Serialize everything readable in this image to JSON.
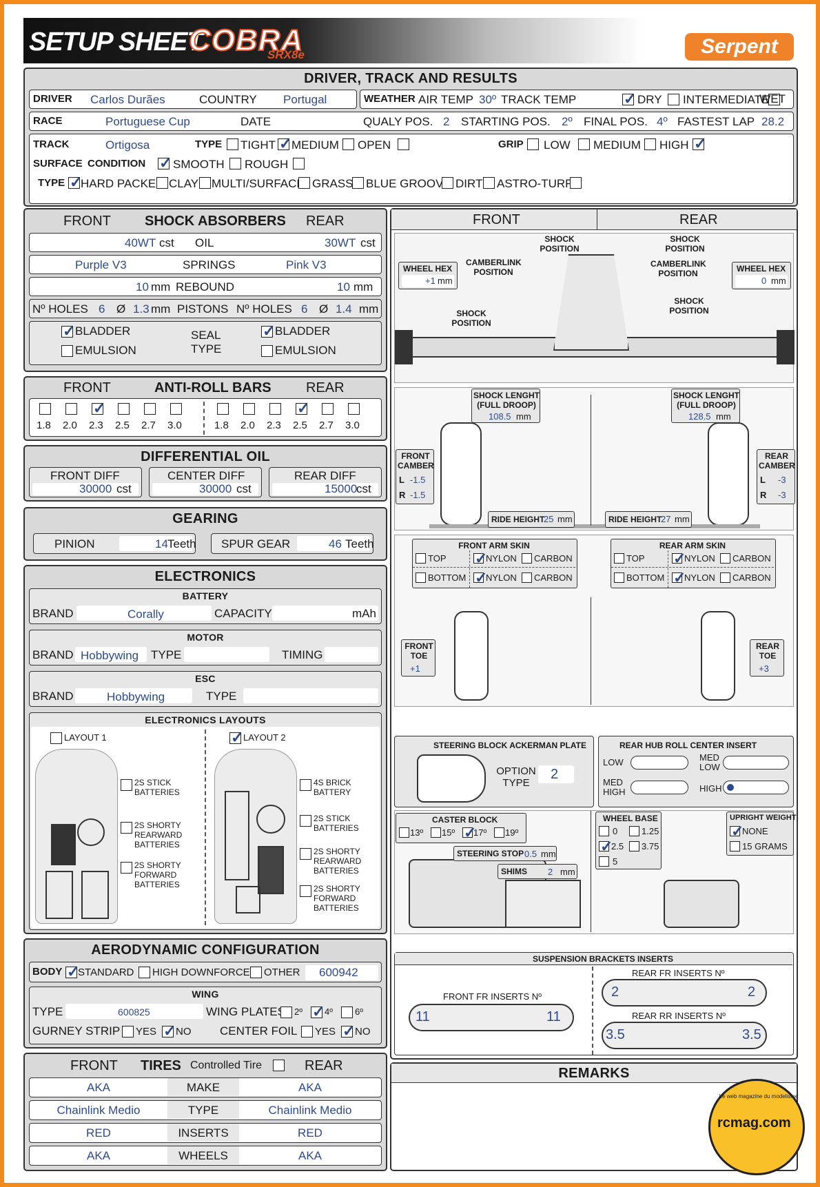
{
  "header": {
    "title": "SETUP SHEET",
    "model_logo": "COBRA",
    "model_sub": "SRX8e",
    "brand_logo": "Serpent"
  },
  "driver_section": {
    "title": "DRIVER, TRACK AND RESULTS",
    "driver_label": "DRIVER",
    "driver": "Carlos Durães",
    "country_label": "COUNTRY",
    "country": "Portugal",
    "weather_label": "WEATHER",
    "air_temp_label": "AIR TEMP",
    "air_temp": "30º",
    "track_temp_label": "TRACK TEMP",
    "dry_label": "DRY",
    "intermediate_label": "INTERMEDIATE",
    "wet_label": "WET",
    "race_label": "RACE",
    "race": "Portuguese Cup",
    "date_label": "DATE",
    "qualy_label": "QUALY POS.",
    "qualy": "2",
    "starting_label": "STARTING POS.",
    "starting": "2º",
    "final_label": "FINAL POS.",
    "final": "4º",
    "fastest_label": "FASTEST LAP",
    "fastest": "28.2",
    "track_label": "TRACK",
    "track": "Ortigosa",
    "type_label": "TYPE",
    "tight_label": "TIGHT",
    "medium_label": "MEDIUM",
    "open_label": "OPEN",
    "grip_label": "GRIP",
    "low_label": "LOW",
    "grip_medium_label": "MEDIUM",
    "high_label": "HIGH",
    "surface_label": "SURFACE",
    "condition_label": "CONDITION",
    "smooth_label": "SMOOTH",
    "rough_label": "ROUGH",
    "surface_type_label": "TYPE",
    "hard_label": "HARD PACKED",
    "clay_label": "CLAY",
    "multi_label": "MULTI/SURFACE",
    "grass_label": "GRASS",
    "blue_label": "BLUE GROOVE",
    "dirt_label": "DIRT",
    "astro_label": "ASTRO-TURF"
  },
  "shocks": {
    "front_label": "FRONT",
    "title": "SHOCK ABSORBERS",
    "rear_label": "REAR",
    "oil_front": "40WT",
    "oil_rear": "30WT",
    "cst": "cst",
    "oil_label": "OIL",
    "spring_front": "Purple V3",
    "spring_rear": "Pink V3",
    "springs_label": "SPRINGS",
    "rebound_front": "10",
    "rebound_rear": "10",
    "mm": "mm",
    "rebound_label": "REBOUND",
    "holes_label": "Nº HOLES",
    "holes_front": "6",
    "dia": "Ø",
    "dia_front": "1.3",
    "pistons_label": "PISTONS",
    "holes_rear": "6",
    "dia_rear": "1.4",
    "bladder": "BLADDER",
    "emulsion": "EMULSION",
    "seal_label": "SEAL",
    "type_label": "TYPE"
  },
  "arb": {
    "front_label": "FRONT",
    "title": "ANTI-ROLL BARS",
    "rear_label": "REAR",
    "sizes": [
      "1.8",
      "2.0",
      "2.3",
      "2.5",
      "2.7",
      "3.0"
    ]
  },
  "diff": {
    "title": "DIFFERENTIAL OIL",
    "front_label": "FRONT DIFF",
    "front": "30000",
    "center_label": "CENTER DIFF",
    "center": "30000",
    "rear_label": "REAR DIFF",
    "rear": "15000",
    "cst": "cst"
  },
  "gearing": {
    "title": "GEARING",
    "pinion_label": "PINION",
    "pinion": "14",
    "teeth": "Teeth",
    "spur_label": "SPUR GEAR",
    "spur": "46"
  },
  "electronics": {
    "title": "ELECTRONICS",
    "battery_title": "BATTERY",
    "brand_label": "BRAND",
    "battery_brand": "Corally",
    "capacity_label": "CAPACITY",
    "mah": "mAh",
    "motor_title": "MOTOR",
    "motor_brand": "Hobbywing",
    "type_label": "TYPE",
    "timing_label": "TIMING",
    "esc_title": "ESC",
    "esc_brand": "Hobbywing",
    "layouts_title": "ELECTRONICS LAYOUTS",
    "layout1": "LAYOUT 1",
    "layout2": "LAYOUT 2",
    "l1_opts": [
      "2S STICK BATTERIES",
      "2S SHORTY REARWARD BATTERIES",
      "2S SHORTY FORWARD BATTERIES"
    ],
    "l2_opts": [
      "4S BRICK BATTERY",
      "2S STICK BATTERIES",
      "2S SHORTY REARWARD BATTERIES",
      "2S SHORTY FORWARD BATTERIES"
    ]
  },
  "aero": {
    "title": "AERODYNAMIC CONFIGURATION",
    "body_label": "BODY",
    "standard": "STANDARD",
    "high_df": "HIGH DOWNFORCE",
    "other": "OTHER",
    "body_code": "600942",
    "wing_title": "WING",
    "type_label": "TYPE",
    "wing_type": "600825",
    "plates_label": "WING PLATES",
    "p2": "2º",
    "p4": "4º",
    "p6": "6º",
    "gurney_label": "GURNEY STRIP",
    "yes": "YES",
    "no": "NO",
    "foil_label": "CENTER FOIL"
  },
  "tires": {
    "front_label": "FRONT",
    "title": "TIRES",
    "controlled": "Controlled Tire",
    "rear_label": "REAR",
    "rows": [
      {
        "label": "MAKE",
        "front": "AKA",
        "rear": "AKA"
      },
      {
        "label": "TYPE",
        "front": "Chainlink Medio",
        "rear": "Chainlink Medio"
      },
      {
        "label": "INSERTS",
        "front": "RED",
        "rear": "RED"
      },
      {
        "label": "WHEELS",
        "front": "AKA",
        "rear": "AKA"
      }
    ]
  },
  "chassis": {
    "front_label": "FRONT",
    "rear_label": "REAR",
    "wheel_hex": "WHEEL HEX",
    "hex_front": "+1",
    "hex_rear": "0",
    "mm": "mm",
    "camberlink": "CAMBERLINK POSITION",
    "shock_pos": "SHOCK POSITION",
    "shock_length": "SHOCK LENGHT (FULL DROOP)",
    "sl_front": "108.5",
    "sl_rear": "128.5",
    "front_camber": "FRONT CAMBER",
    "rear_camber": "REAR CAMBER",
    "cam_front_l": "-1.5",
    "cam_front_r": "-1.5",
    "cam_rear_l": "-3",
    "cam_rear_r": "-3",
    "ride_height": "RIDE HEIGHT",
    "rh_front": "25",
    "rh_rear": "27",
    "front_arm": "FRONT ARM SKIN",
    "rear_arm": "REAR ARM SKIN",
    "top": "TOP",
    "bottom": "BOTTOM",
    "nylon": "NYLON",
    "carbon": "CARBON",
    "front_toe": "FRONT TOE",
    "toe_front": "+1",
    "rear_toe": "REAR TOE",
    "toe_rear": "+3",
    "ackerman": "STEERING BLOCK ACKERMAN PLATE",
    "option_type": "OPTION TYPE",
    "ackerman_val": "2",
    "roll_center": "REAR HUB ROLL CENTER INSERT",
    "low": "LOW",
    "med_low": "MED LOW",
    "med_high": "MED HIGH",
    "high": "HIGH",
    "caster": "CASTER BLOCK",
    "c13": "13º",
    "c15": "15º",
    "c17": "17º",
    "c19": "19º",
    "steering_stop": "STEERING STOP",
    "stop_val": "0.5",
    "shims": "SHIMS",
    "shims_val": "2",
    "wheel_base": "WHEEL BASE",
    "wb": [
      "0",
      "1.25",
      "2.5",
      "3.75",
      "5"
    ],
    "upright": "UPRIGHT WEIGHT",
    "none": "NONE",
    "grams": "15 GRAMS",
    "brackets": "SUSPENSION BRACKETS INSERTS",
    "front_fr": "FRONT FR INSERTS Nº",
    "ff_val": "11",
    "rear_fr": "REAR FR INSERTS Nº",
    "rf_val": "2",
    "rear_rr": "REAR RR INSERTS Nº",
    "rr_val": "3.5",
    "remarks": "REMARKS"
  },
  "badge": {
    "text": "rcmag.com",
    "ring": "Le web magazine du modelisme"
  }
}
